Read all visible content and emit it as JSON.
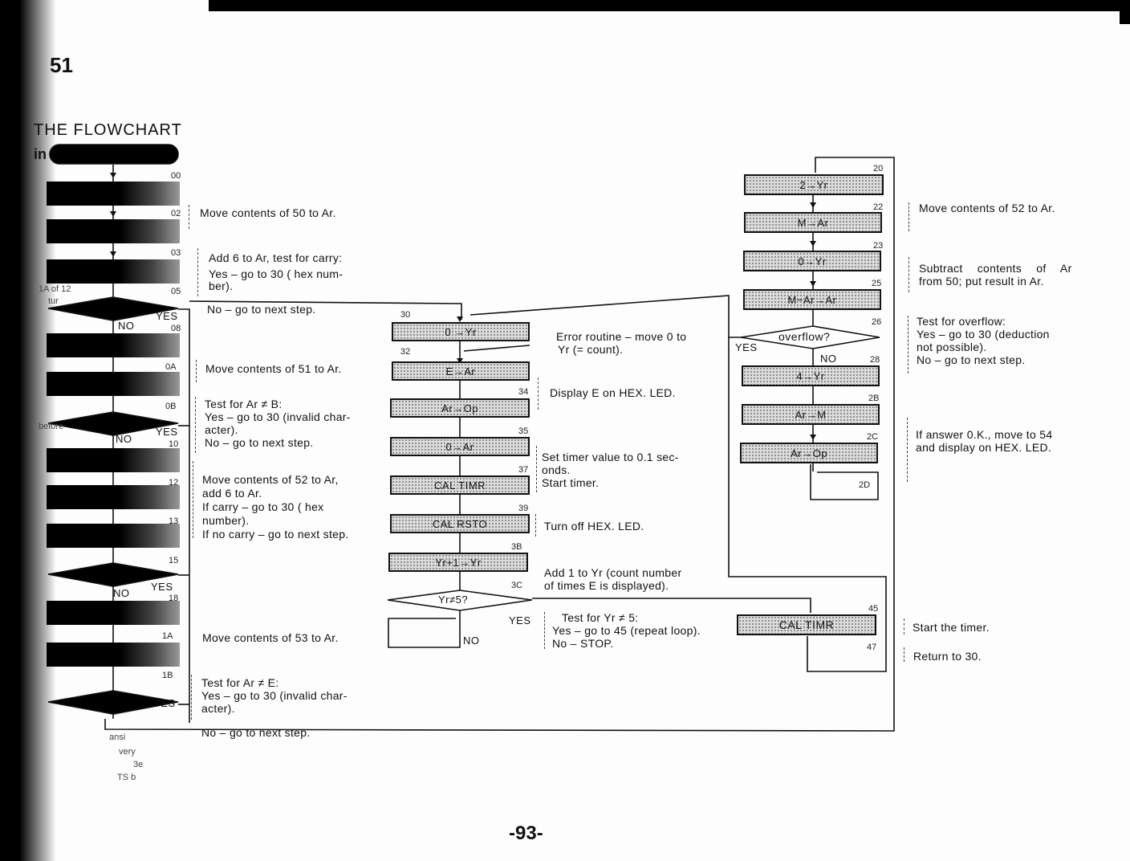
{
  "page": {
    "corner_mark": "51",
    "heading": "THE FLOWCHART",
    "heading_prefix": "in",
    "page_number": "-93-",
    "margin_fragments": [
      "1A of 12",
      "tur",
      "before",
      "ansi",
      "very",
      "3e",
      "TS b"
    ]
  },
  "flowchart": {
    "left_column_steps": [
      {
        "addr": "00"
      },
      {
        "addr": "02"
      },
      {
        "addr": "03"
      },
      {
        "addr": "05",
        "decision": true,
        "yes": "YES",
        "no": "NO"
      },
      {
        "addr": "08"
      },
      {
        "addr": "0A"
      },
      {
        "addr": "0B",
        "decision": true,
        "yes": "YES",
        "no": "NO"
      },
      {
        "addr": "10"
      },
      {
        "addr": "12"
      },
      {
        "addr": "13"
      },
      {
        "addr": "15",
        "decision": true,
        "yes": "YES",
        "no": "NO"
      },
      {
        "addr": "18"
      },
      {
        "addr": "1A"
      },
      {
        "addr": "1B",
        "decision": true,
        "yes": "YES"
      }
    ],
    "middle_column_steps": [
      {
        "addr": "30",
        "text": "0 →Yr"
      },
      {
        "addr": "32",
        "text": "E→Ar"
      },
      {
        "addr": "34",
        "text": "Ar→Op"
      },
      {
        "addr": "35",
        "text": "0→Ar"
      },
      {
        "addr": "37",
        "text": "CAL TIMR"
      },
      {
        "addr": "39",
        "text": "CAL RSTO"
      },
      {
        "addr": "3B",
        "text": "Yr+1→Yr"
      },
      {
        "addr": "3C",
        "text": "Yr≠5?",
        "decision": true,
        "yes": "YES",
        "no": "NO"
      }
    ],
    "right_column_steps": [
      {
        "addr": "20",
        "text": "2→Yr"
      },
      {
        "addr": "22",
        "text": "M→Ar"
      },
      {
        "addr": "23",
        "text": "0→Yr"
      },
      {
        "addr": "25",
        "text": "M−Ar→Ar"
      },
      {
        "addr": "26",
        "text": "overflow?",
        "decision": true,
        "yes": "YES",
        "no": "NO"
      },
      {
        "addr": "28",
        "text": "4→Yr"
      },
      {
        "addr": "2B",
        "text": "Ar→M"
      },
      {
        "addr": "2C",
        "text": "Ar→Op"
      },
      {
        "addr": "2D",
        "text": ""
      }
    ],
    "loop_steps": [
      {
        "addr": "45",
        "text": "CAL TIMR"
      },
      {
        "addr": "47"
      }
    ]
  },
  "notes": {
    "n02": [
      "Move contents of 50 to Ar."
    ],
    "n03": [
      "Add 6 to Ar, test for carry:",
      "Yes – go to 30 ( hex num-",
      "ber).",
      "No – go to next step."
    ],
    "n0A": [
      "Move contents of 51 to Ar."
    ],
    "n0B": [
      "Test for Ar ≠ B:",
      "Yes – go to 30 (invalid char-",
      "acter).",
      "No – go to next step."
    ],
    "n12": [
      "Move contents of 52 to Ar,",
      "add 6 to Ar.",
      "If carry – go to 30 ( hex",
      "number).",
      "If no carry – go to next step."
    ],
    "n1A": [
      "Move contents of 53 to Ar."
    ],
    "n1B": [
      "Test for Ar ≠ E:",
      "Yes – go to 30 (invalid char-",
      "acter)."
    ],
    "n1B_no": [
      "No – go to next step."
    ],
    "n30": [
      "Error routine – move 0 to",
      "Yr (= count)."
    ],
    "n34": [
      "Display E on HEX. LED."
    ],
    "n35": [
      "Set timer value to 0.1 sec-",
      "onds.",
      "Start timer."
    ],
    "n39": [
      "Turn off HEX. LED."
    ],
    "n3B": [
      "Add 1 to Yr (count number",
      "of times E is displayed)."
    ],
    "n3C": [
      "Test for Yr ≠ 5:",
      "Yes – go to 45 (repeat loop).",
      "No – STOP."
    ],
    "n22": [
      "Move contents of 52 to Ar."
    ],
    "n25": [
      "Subtract contents of Ar",
      "from 50; put result in Ar."
    ],
    "n26": [
      "Test for overflow:",
      "Yes – go to 30 (deduction",
      "not possible).",
      "No – go to next step."
    ],
    "n2B": [
      "If answer 0.K., move to 54",
      "and display on HEX. LED."
    ],
    "n45": [
      "Start the timer."
    ],
    "n47": [
      "Return to 30."
    ]
  }
}
